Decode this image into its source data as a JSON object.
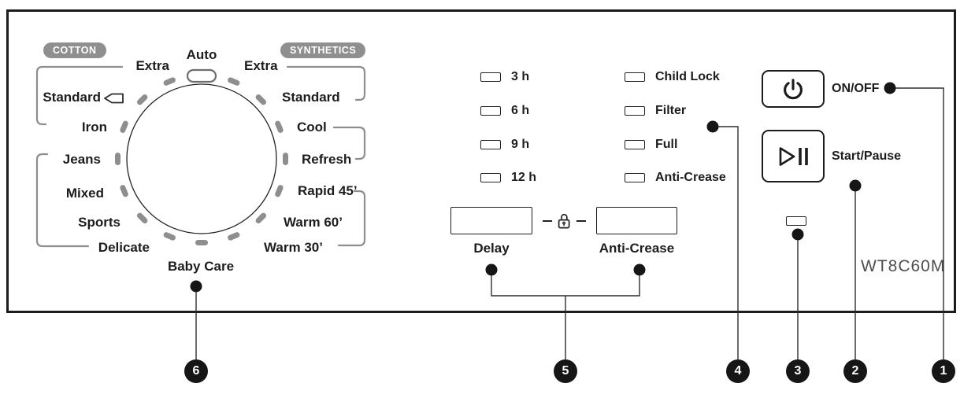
{
  "dial": {
    "cotton_badge": "COTTON",
    "synthetics_badge": "SYNTHETICS",
    "auto": "Auto",
    "left": [
      "Extra",
      "Standard",
      "Iron",
      "Jeans",
      "Mixed",
      "Sports",
      "Delicate"
    ],
    "right": [
      "Extra",
      "Standard",
      "Cool",
      "Refresh",
      "Rapid 45’",
      "Warm 60’",
      "Warm 30’"
    ],
    "bottom": "Baby Care"
  },
  "delay_leds": [
    "3 h",
    "6 h",
    "9 h",
    "12 h"
  ],
  "status_leds": [
    "Child Lock",
    "Filter",
    "Full",
    "Anti-Crease"
  ],
  "buttons": {
    "delay": "Delay",
    "anti_crease": "Anti-Crease",
    "on_off": "ON/OFF",
    "start_pause": "Start/Pause"
  },
  "model": "WT8C60M",
  "callouts": [
    "1",
    "2",
    "3",
    "4",
    "5",
    "6"
  ],
  "colors": {
    "gray_marks": "#8e8e8e",
    "line": "#2e2e2e",
    "callout_bg": "#161616",
    "model_text": "#4d4d4d"
  }
}
